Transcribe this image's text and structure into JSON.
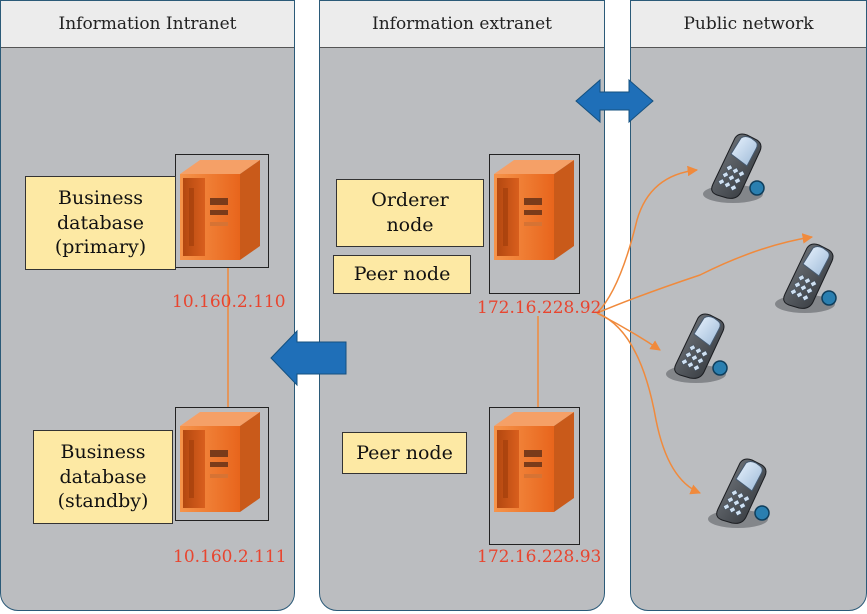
{
  "zones": {
    "intranet": {
      "title": "Information Intranet"
    },
    "extranet": {
      "title": "Information extranet"
    },
    "public": {
      "title": "Public network"
    }
  },
  "nodes": {
    "db_primary": {
      "label": "Business\ndatabase\n(primary)",
      "ip": "10.160.2.110"
    },
    "db_standby": {
      "label": "Business\ndatabase\n(standby)",
      "ip": "10.160.2.111"
    },
    "orderer": {
      "label": "Orderer\nnode"
    },
    "peer_top": {
      "label": "Peer node",
      "ip": "172.16.228.92"
    },
    "peer_bottom": {
      "label": "Peer node",
      "ip": "172.16.228.93"
    }
  },
  "colors": {
    "zone_bg": "#bbbdc0",
    "label_bg": "#fde9a4",
    "ip_text": "#e8452f",
    "server": "#f07a2c",
    "arrow": "#1f6fb8",
    "link": "#f08a3c"
  },
  "icons": [
    "server-icon",
    "mobile-phone-icon",
    "double-arrow-icon",
    "left-arrow-icon"
  ]
}
